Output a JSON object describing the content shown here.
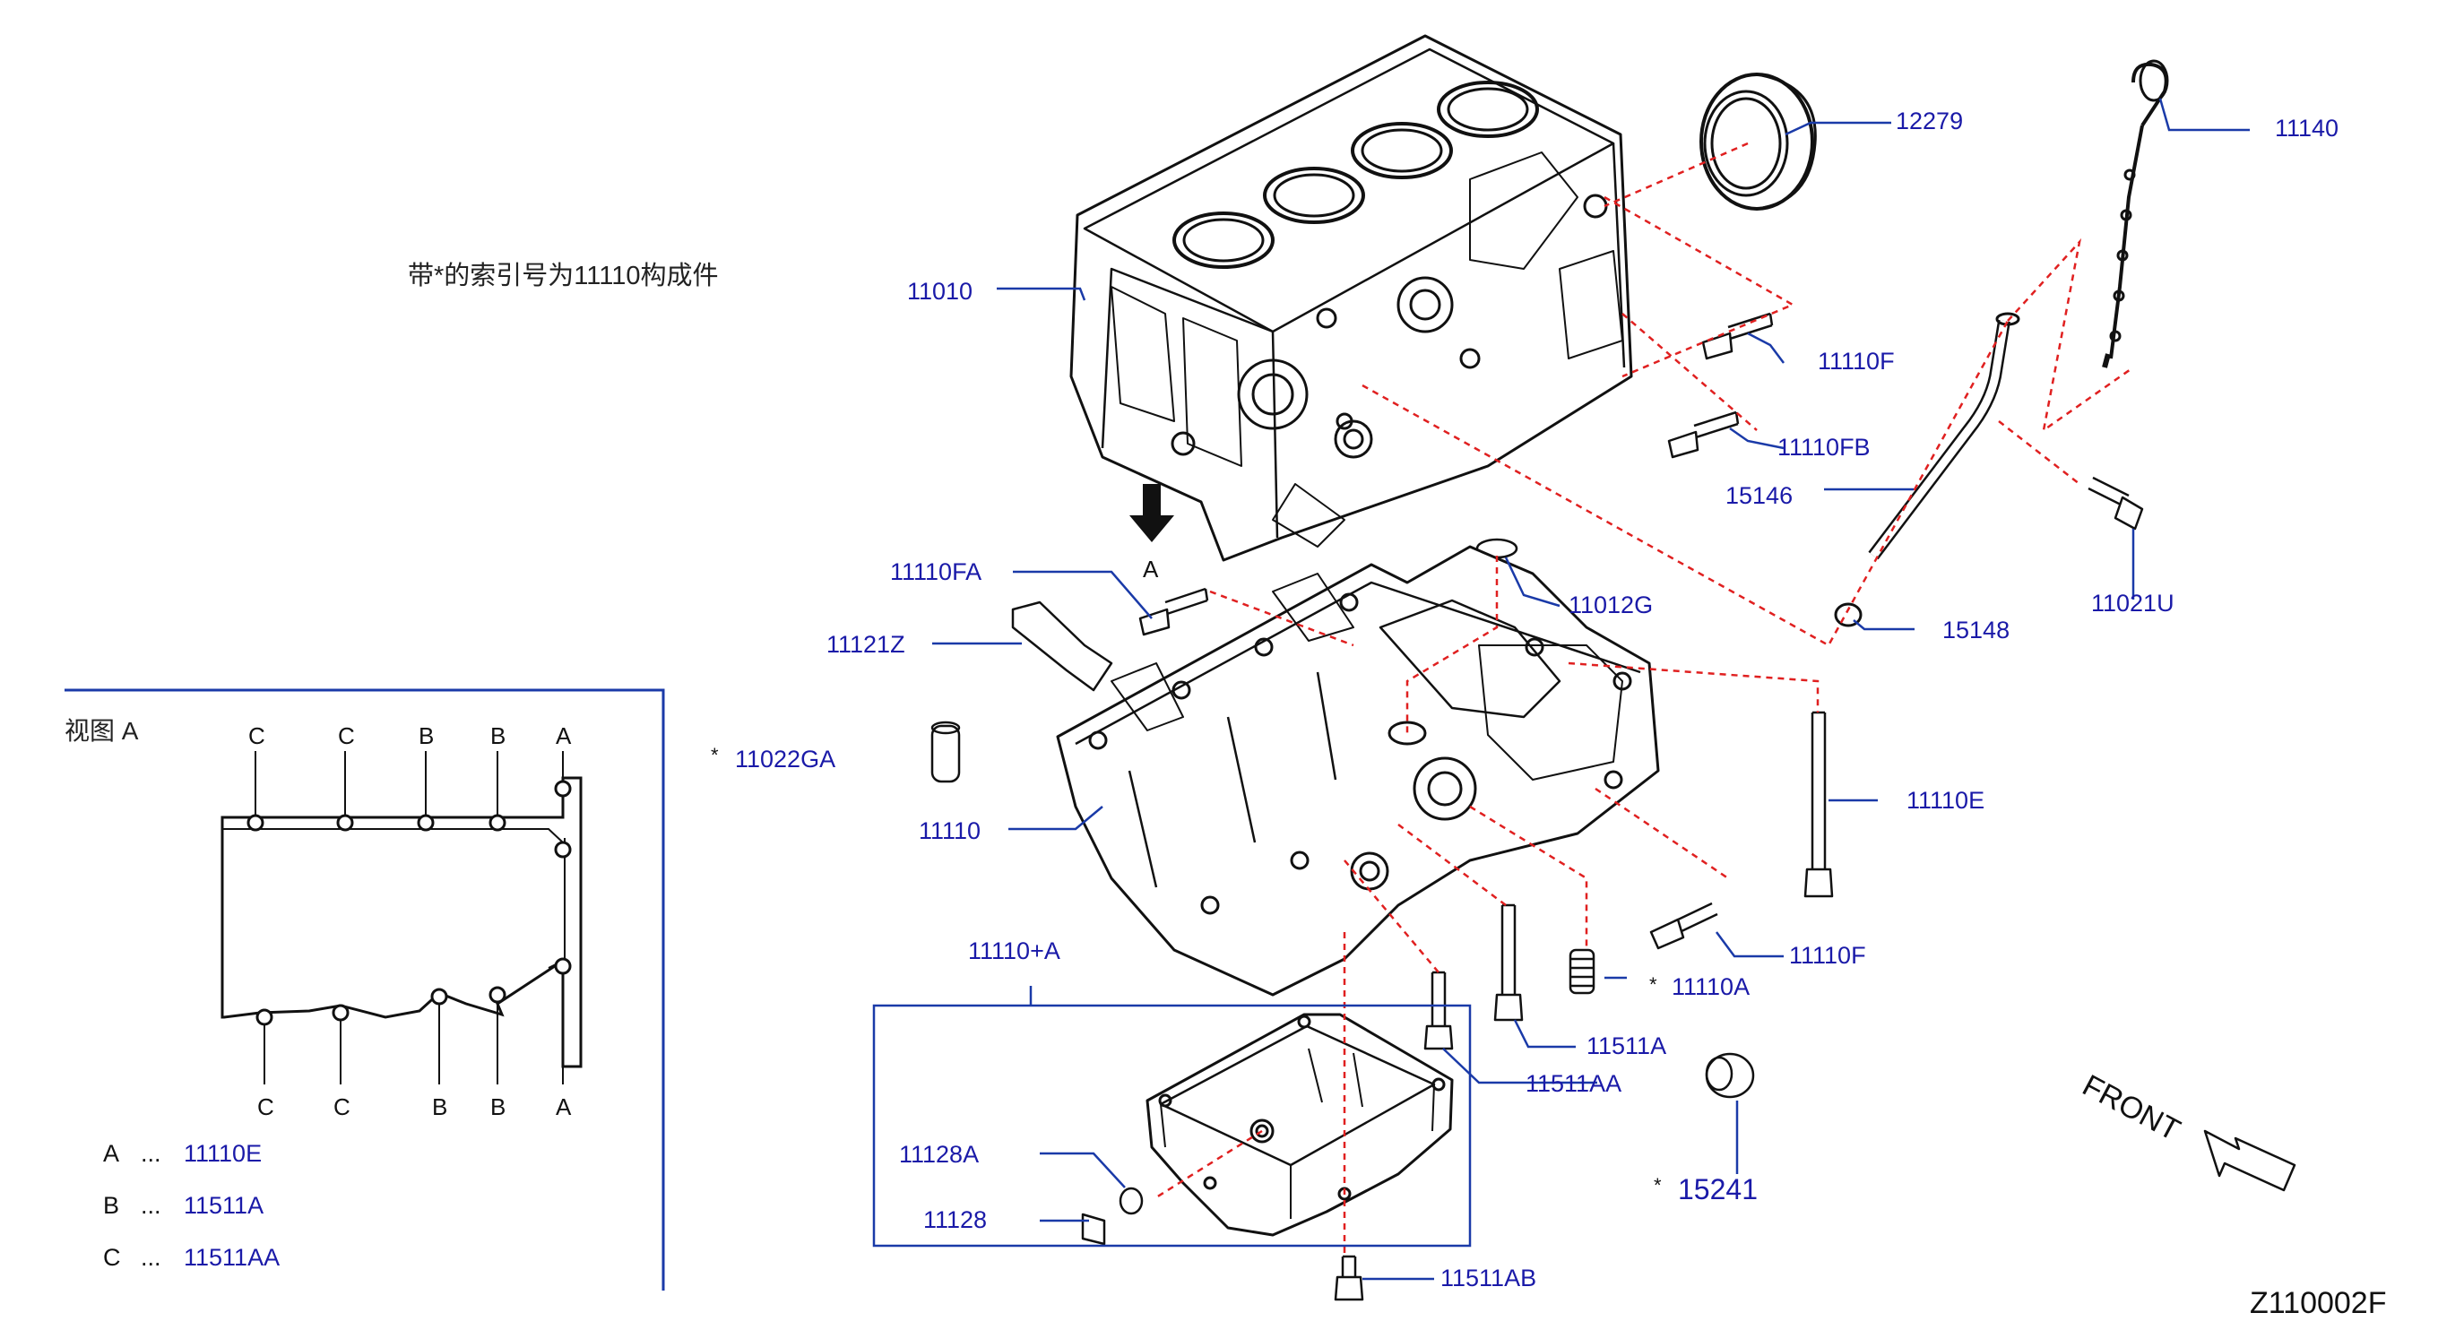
{
  "note": "带*的索引号为11110构成件",
  "drawing_code": "Z110002F",
  "front_label": "FRONT",
  "view_marker": "A",
  "parts": [
    {
      "id": "p12279",
      "code": "12279",
      "star": false
    },
    {
      "id": "p11140",
      "code": "11140",
      "star": false
    },
    {
      "id": "p11010",
      "code": "11010",
      "star": false
    },
    {
      "id": "p11110F",
      "code": "11110F",
      "star": false
    },
    {
      "id": "p11110FB",
      "code": "11110FB",
      "star": false
    },
    {
      "id": "p15146",
      "code": "15146",
      "star": false
    },
    {
      "id": "p11021U",
      "code": "11021U",
      "star": false
    },
    {
      "id": "p11110FA",
      "code": "11110FA",
      "star": false
    },
    {
      "id": "p11012G",
      "code": "11012G",
      "star": false
    },
    {
      "id": "p15148",
      "code": "15148",
      "star": false
    },
    {
      "id": "p11121Z",
      "code": "11121Z",
      "star": false
    },
    {
      "id": "p11022GA",
      "code": "11022GA",
      "star": true
    },
    {
      "id": "p11110E",
      "code": "11110E",
      "star": false
    },
    {
      "id": "p11110",
      "code": "11110",
      "star": false
    },
    {
      "id": "p11110F2",
      "code": "11110F",
      "star": false
    },
    {
      "id": "p11110A",
      "code": "11110A",
      "star": true
    },
    {
      "id": "p11110pA",
      "code": "11110+A",
      "star": false
    },
    {
      "id": "p11511A",
      "code": "11511A",
      "star": false
    },
    {
      "id": "p11511AA",
      "code": "11511AA",
      "star": false
    },
    {
      "id": "p11128A",
      "code": "11128A",
      "star": false
    },
    {
      "id": "p11128",
      "code": "11128",
      "star": false
    },
    {
      "id": "p15241",
      "code": "15241",
      "star": true
    },
    {
      "id": "p11511AB",
      "code": "11511AB",
      "star": false
    }
  ],
  "view_a": {
    "title": "视图 A",
    "top_labels": [
      "C",
      "C",
      "B",
      "B",
      "A"
    ],
    "bottom_labels": [
      "C",
      "C",
      "B",
      "B",
      "A"
    ],
    "legend": [
      {
        "key": "A",
        "dots": "...",
        "value": "11110E"
      },
      {
        "key": "B",
        "dots": "...",
        "value": "11511A"
      },
      {
        "key": "C",
        "dots": "...",
        "value": "11511AA"
      }
    ]
  },
  "colors": {
    "label": "#1a1aa8",
    "leader": "#1a3aa8",
    "dashed": "#e02020",
    "outline": "#111111"
  }
}
